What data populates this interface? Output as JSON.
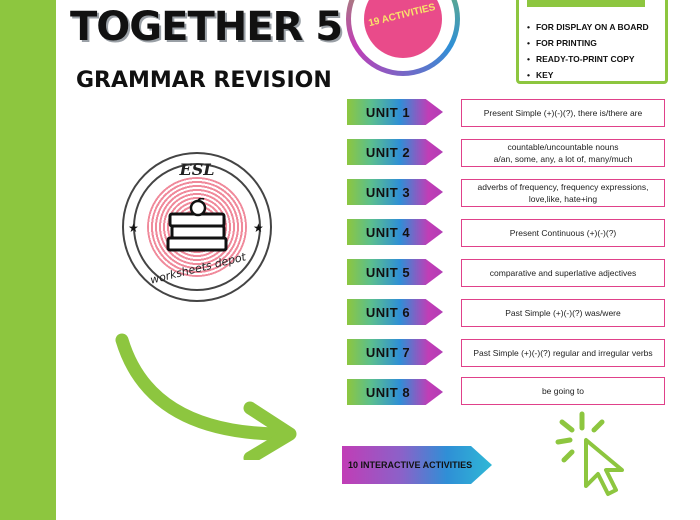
{
  "title": "TOGETHER 5",
  "subtitle": "GRAMMAR REVISION",
  "badge": {
    "text": "19 ACTIVITIES"
  },
  "features": [
    "FOR DISPLAY ON A BOARD",
    "FOR PRINTING",
    "READY-TO-PRINT COPY",
    "KEY"
  ],
  "logo": {
    "top_text": "ESL",
    "bottom_text": "worksheets depot"
  },
  "units": [
    {
      "label": "UNIT 1",
      "desc": "Present Simple (+)(-)(?), there is/there are"
    },
    {
      "label": "UNIT 2",
      "desc": "countable/uncountable nouns\na/an, some, any, a lot of, many/much"
    },
    {
      "label": "UNIT 3",
      "desc": "adverbs of frequency, frequency expressions,\nlove,like, hate+ing"
    },
    {
      "label": "UNIT 4",
      "desc": "Present Continuous (+)(-)(?)"
    },
    {
      "label": "UNIT 5",
      "desc": "comparative and superlative adjectives"
    },
    {
      "label": "UNIT 6",
      "desc": "Past Simple (+)(-)(?) was/were"
    },
    {
      "label": "UNIT 7",
      "desc": "Past Simple (+)(-)(?) regular and irregular verbs"
    },
    {
      "label": "UNIT 8",
      "desc": "be going to"
    }
  ],
  "interactive": {
    "label": "10 INTERACTIVE ACTIVITIES"
  },
  "icons": {
    "arrow": "curved-arrow-icon",
    "cursor": "click-cursor-icon",
    "logo": "books-apple-icon"
  },
  "colors": {
    "accent_green": "#8dc63f",
    "accent_pink": "#e0418a",
    "accent_blue": "#2f8fd6",
    "accent_purple": "#c13db6"
  }
}
